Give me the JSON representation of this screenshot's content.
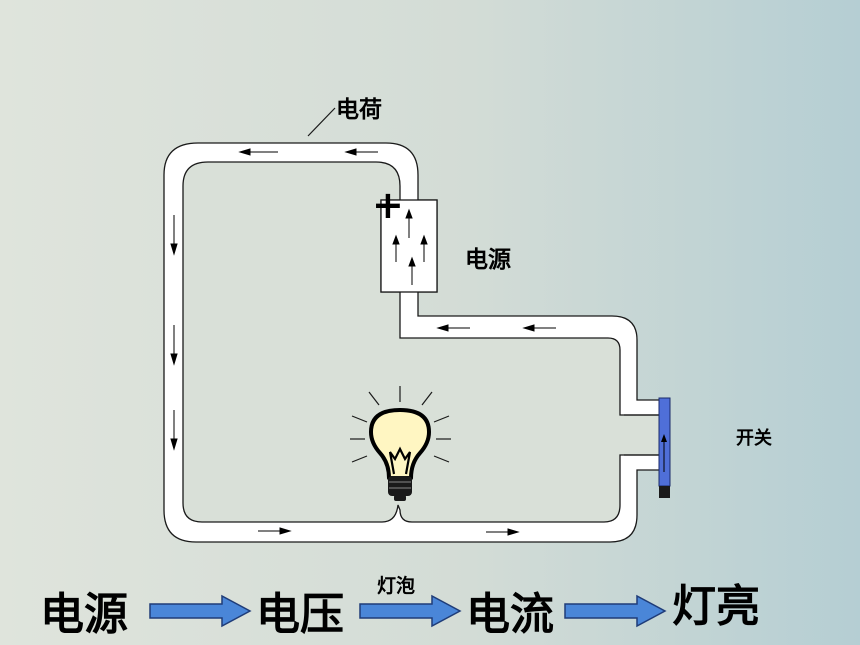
{
  "labels": {
    "charge": "电荷",
    "power_source": "电源",
    "switch": "开关",
    "plus_sign": "+"
  },
  "flow": {
    "step1": "电源",
    "step2": "电压",
    "step3": "电流",
    "step4": "灯亮",
    "arrow2_caption": "灯泡"
  },
  "colors": {
    "wire": "#ffffff",
    "wire_border": "#1a1a1a",
    "bulb_glass": "#fff6c2",
    "switch_blue": "#4f6fd8",
    "flow_arrow": "#4a86d8"
  }
}
